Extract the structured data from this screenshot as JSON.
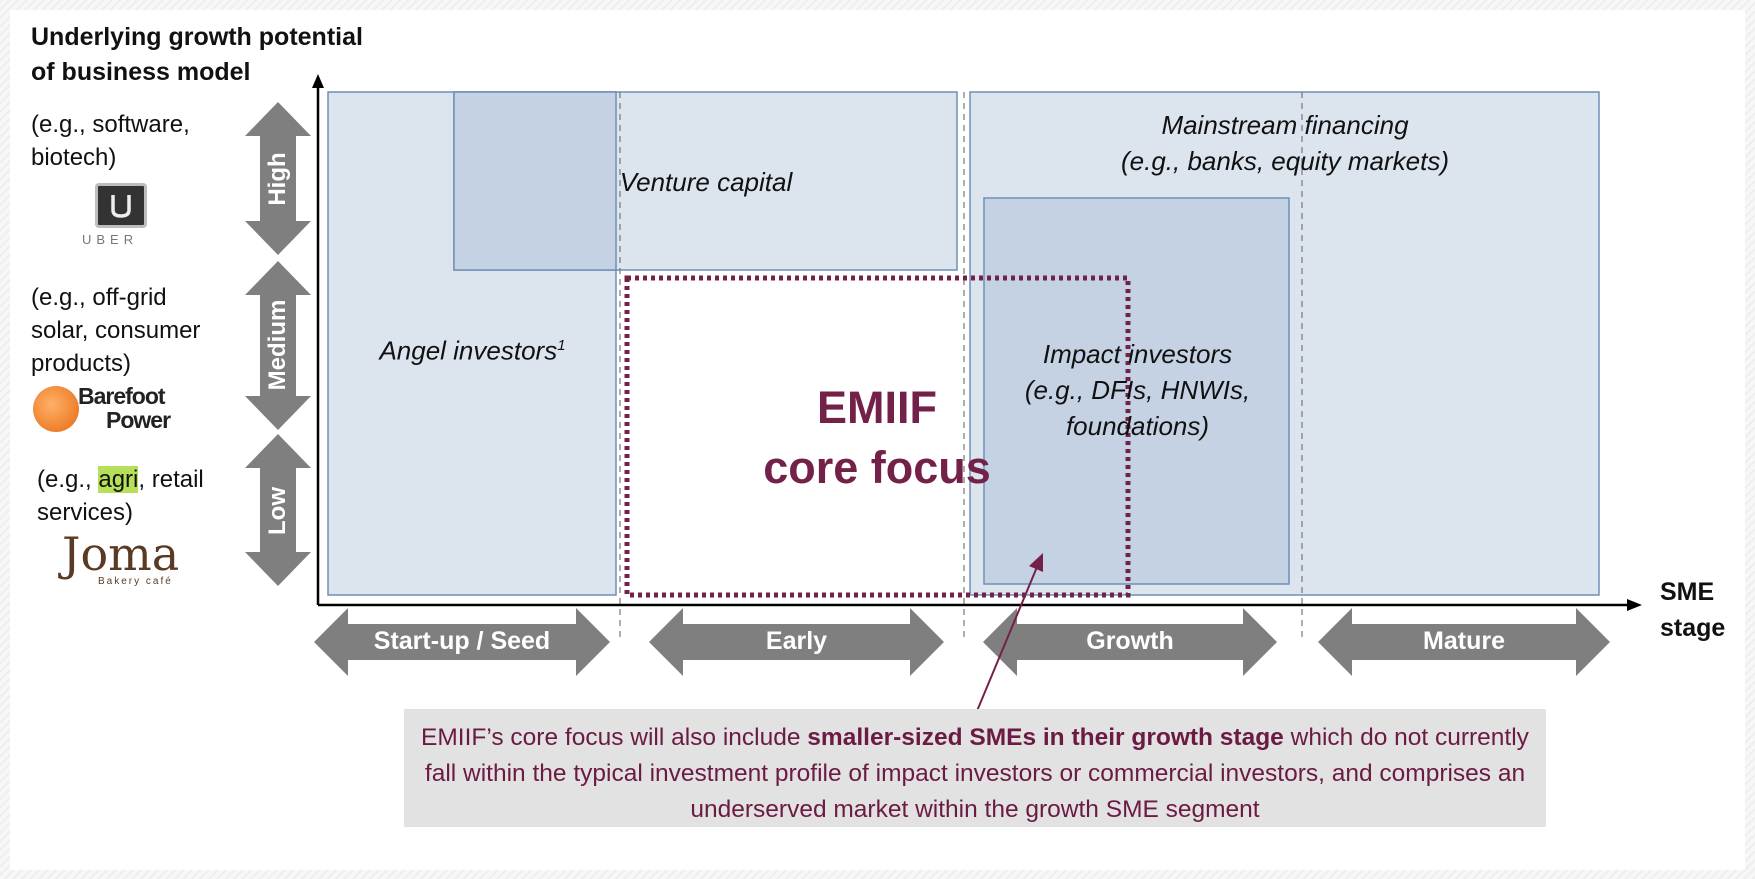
{
  "y_axis": {
    "title_line1": "Underlying growth potential",
    "title_line2": "of business model",
    "levels": [
      "High",
      "Medium",
      "Low"
    ]
  },
  "examples": {
    "high_line1": "(e.g., software,",
    "high_line2": "biotech)",
    "high_logo": "UBER",
    "medium_line1": "(e.g., off-grid",
    "medium_line2": "solar, consumer",
    "medium_line3": "products)",
    "medium_logo_line1": "Barefoot",
    "medium_logo_line2": "Power",
    "low_prefix": "(e.g., ",
    "low_highlight": "agri",
    "low_suffix": ", retail",
    "low_line2": "services)",
    "low_logo": "Joma",
    "low_logo_sub": "Bakery café"
  },
  "x_axis": {
    "title_line1": "SME",
    "title_line2": "stage",
    "stages": [
      "Start-up / Seed",
      "Early",
      "Growth",
      "Mature"
    ]
  },
  "boxes": {
    "angel": "Angel investors",
    "angel_sup": "1",
    "venture": "Venture capital",
    "mainstream_line1": "Mainstream financing",
    "mainstream_line2": "(e.g., banks, equity markets)",
    "impact_line1": "Impact investors",
    "impact_line2": "(e.g., DFIs, HNWIs,",
    "impact_line3": "foundations)"
  },
  "core_focus": {
    "line1": "EMIIF",
    "line2": "core focus"
  },
  "note": {
    "part1": "EMIIF’s core focus will also include ",
    "bold": "smaller-sized SMEs in their growth stage",
    "part2": " which do not currently fall within the typical investment profile of impact investors or commercial investors, and comprises an underserved market within the growth SME segment"
  },
  "colors": {
    "box_fill": "#dce4ee",
    "box_fill_dark": "#c4d2e3",
    "box_border": "#6f8fb7",
    "arrow_gray": "#7f7f7f",
    "core_color": "#74214a",
    "note_bg": "#e2e2e2"
  }
}
